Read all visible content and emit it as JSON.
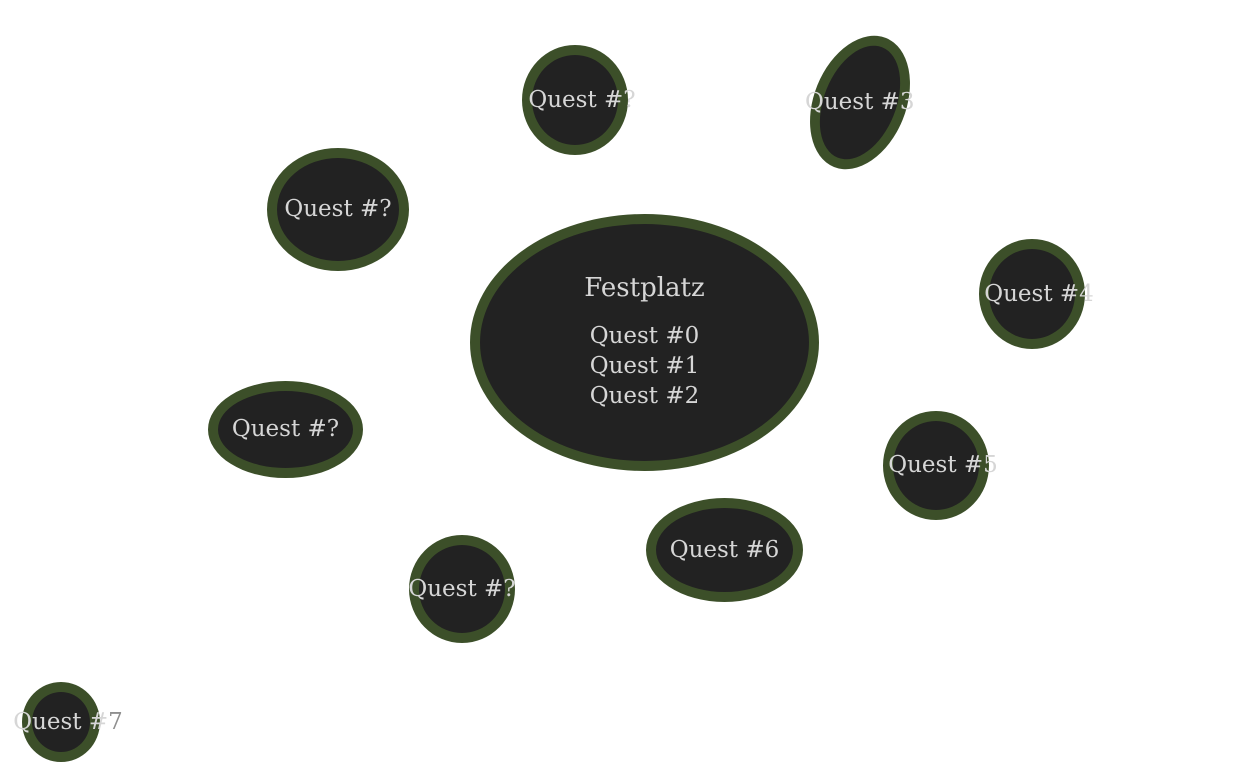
{
  "colors": {
    "background": "#ffffff",
    "node_fill": "#222222",
    "node_border": "#3c4f29",
    "text": "#d6d6d6"
  },
  "hub": {
    "title": "Festplatz",
    "quests": [
      "Quest #0",
      "Quest #1",
      "Quest #2"
    ]
  },
  "nodes": {
    "top_unknown": "Quest #?",
    "quest_3": "Quest #3",
    "left_upper_unknown": "Quest #?",
    "quest_4": "Quest #4",
    "left_lower_unknown": "Quest #?",
    "quest_5": "Quest #5",
    "quest_6": "Quest #6",
    "bottom_unknown": "Quest #?",
    "quest_7_prefix": "Quest #",
    "quest_7_number": "7"
  }
}
